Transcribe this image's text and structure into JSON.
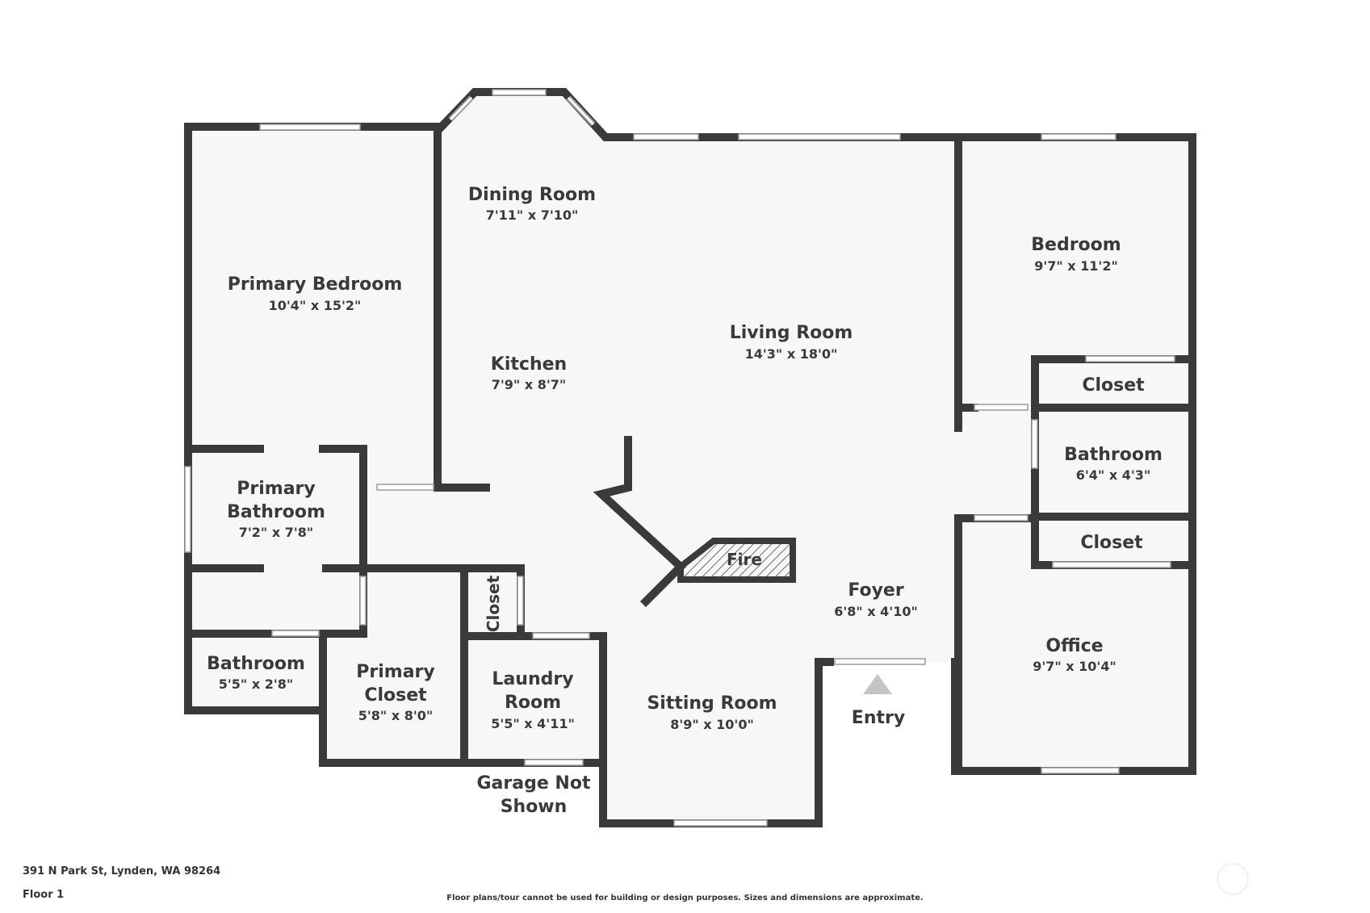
{
  "rooms": {
    "dining": {
      "name": "Dining Room",
      "dim": "7'11\" x 7'10\""
    },
    "primary_bedroom": {
      "name": "Primary Bedroom",
      "dim": "10'4\" x 15'2\""
    },
    "living": {
      "name": "Living Room",
      "dim": "14'3\" x 18'0\""
    },
    "bedroom": {
      "name": "Bedroom",
      "dim": "9'7\" x 11'2\""
    },
    "kitchen": {
      "name": "Kitchen",
      "dim": "7'9\" x 8'7\""
    },
    "closet_upper": {
      "name": "Closet"
    },
    "bathroom_right": {
      "name": "Bathroom",
      "dim": "6'4\" x 4'3\""
    },
    "primary_bathroom": {
      "line1": "Primary",
      "line2": "Bathroom",
      "dim": "7'2\" x 7'8\""
    },
    "closet_mid": {
      "name": "Closet"
    },
    "fire": {
      "name": "Fire"
    },
    "foyer": {
      "name": "Foyer",
      "dim": "6'8\" x 4'10\""
    },
    "closet_small": {
      "name": "Closet"
    },
    "office": {
      "name": "Office",
      "dim": "9'7\" x 10'4\""
    },
    "bathroom_left": {
      "name": "Bathroom",
      "dim": "5'5\" x 2'8\""
    },
    "primary_closet": {
      "line1": "Primary",
      "line2": "Closet",
      "dim": "5'8\" x 8'0\""
    },
    "laundry": {
      "line1": "Laundry",
      "line2": "Room",
      "dim": "5'5\" x 4'11\""
    },
    "sitting": {
      "name": "Sitting Room",
      "dim": "8'9\" x 10'0\""
    },
    "entry": {
      "name": "Entry"
    },
    "garage": {
      "line1": "Garage Not",
      "line2": "Shown"
    }
  },
  "footer": {
    "address": "391 N Park St, Lynden, WA 98264",
    "floor": "Floor 1",
    "disclaimer": "Floor plans/tour cannot be used for building or design purposes. Sizes and dimensions are approximate."
  },
  "colors": {
    "wall": "#3a3a3a",
    "floor_fill": "#f7f7f7",
    "window": "#ffffff",
    "arrow": "#c4c4c4"
  }
}
